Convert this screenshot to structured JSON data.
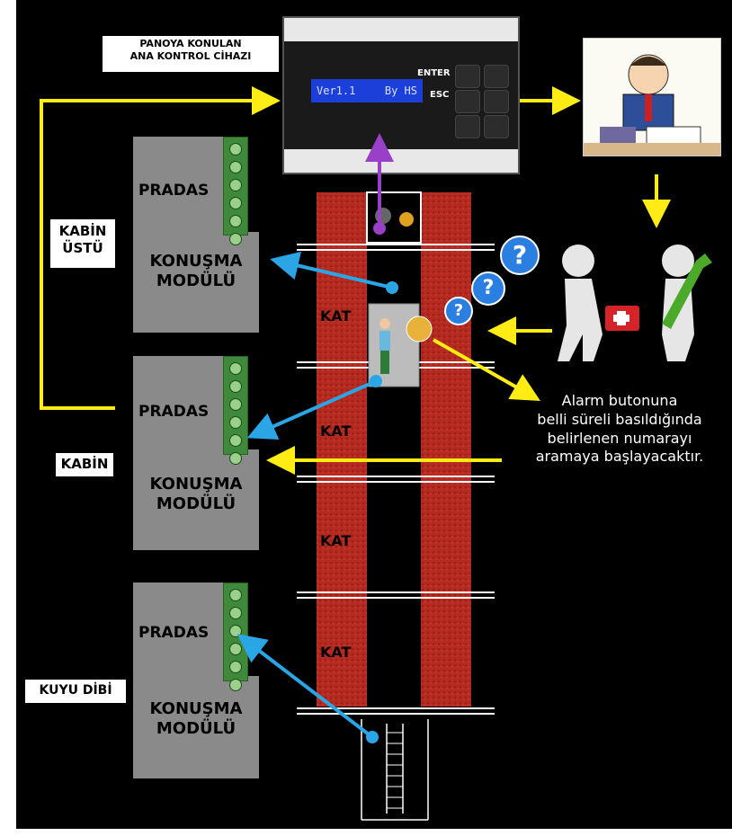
{
  "device": {
    "caption": "PANOYA KONULAN\nANA KONTROL CİHAZI",
    "lcd_left": "Ver1.1",
    "lcd_right": "By HS",
    "enter_label": "ENTER",
    "esc_label": "ESC"
  },
  "locations": {
    "cabin_top": "KABİN\nÜSTÜ",
    "cabin": "KABİN",
    "pit": "KUYU DİBİ"
  },
  "modules": [
    {
      "brand": "PRADAS",
      "name": "KONUŞMA\nMODÜLÜ"
    },
    {
      "brand": "PRADAS",
      "name": "KONUŞMA\nMODÜLÜ"
    },
    {
      "brand": "PRADAS",
      "name": "KONUŞMA\nMODÜLÜ"
    }
  ],
  "floors": [
    "KAT",
    "KAT",
    "KAT",
    "KAT"
  ],
  "callout": "Alarm butonuna\nbelli süreli basıldığında\nbelirlenen numarayı\naramaya başlayacaktır.",
  "question_mark": "?",
  "colors": {
    "background": "#000000",
    "shaft": "#b52a20",
    "module": "#8a8a8a",
    "terminal": "#3f8a3a",
    "arrow_yellow": "#ffec14",
    "arrow_blue": "#2aa6e6",
    "arrow_purple": "#9a3fc8",
    "lcd": "#1b3fd8"
  }
}
